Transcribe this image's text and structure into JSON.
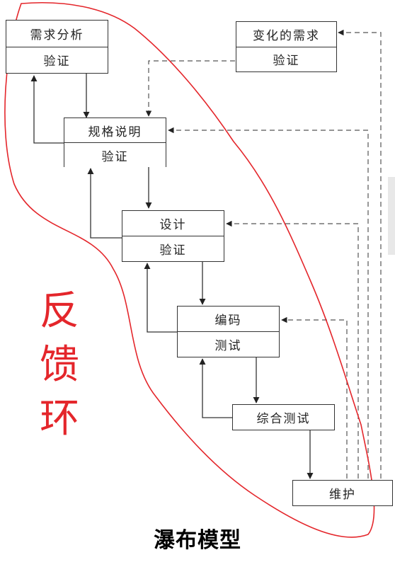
{
  "diagram": {
    "boxes": {
      "requirements": {
        "title": "需求分析",
        "sub": "验证"
      },
      "changed_requirements": {
        "title": "变化的需求",
        "sub": "验证"
      },
      "specification": {
        "title": "规格说明",
        "sub": "验证"
      },
      "design": {
        "title": "设计",
        "sub": "验证"
      },
      "coding": {
        "title": "编码",
        "sub": "测试"
      },
      "integration_test": {
        "title": "综合测试"
      },
      "maintenance": {
        "title": "维护"
      }
    },
    "feedback_label": [
      "反",
      "馈",
      "环"
    ],
    "caption": "瀑布模型",
    "colors": {
      "line": "#333333",
      "dashed": "#555555",
      "annotation": "#e4262b"
    }
  }
}
